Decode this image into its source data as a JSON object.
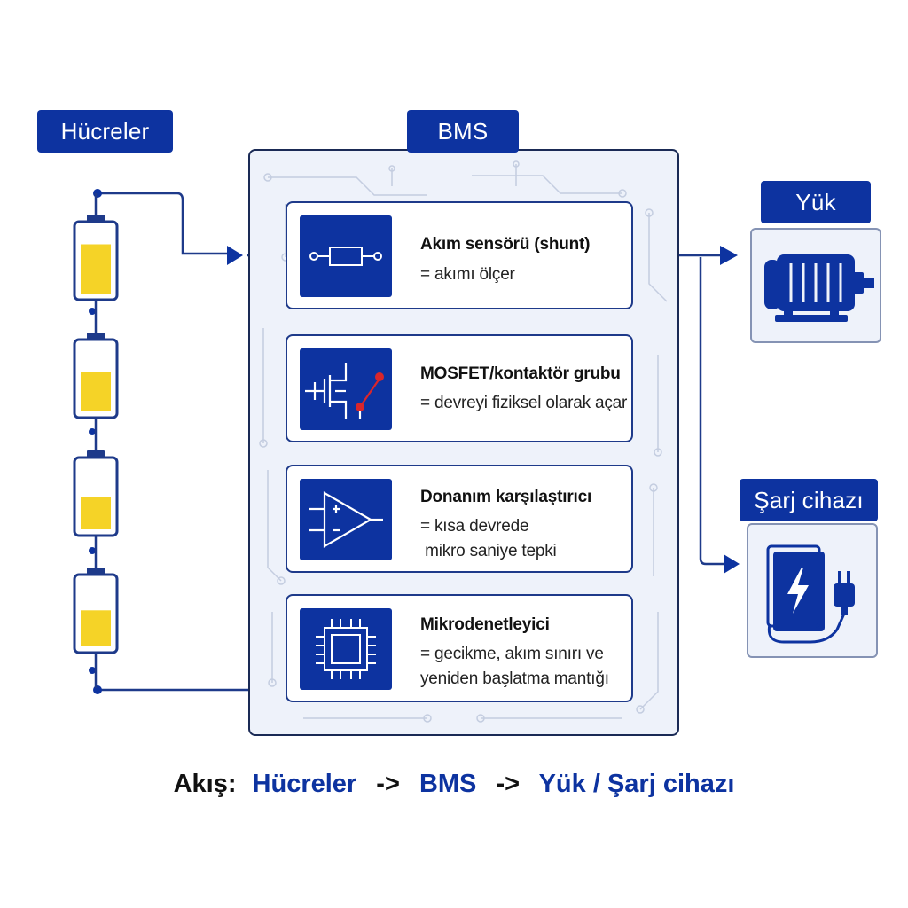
{
  "labels": {
    "cells": "Hücreler",
    "bms": "BMS",
    "load": "Yük",
    "charger": "Şarj cihazı"
  },
  "components": [
    {
      "title": "Akım sensörü (shunt)",
      "desc": "= akımı ölçer",
      "icon": "shunt-resistor-icon"
    },
    {
      "title": "MOSFET/kontaktör grubu",
      "desc": "= devreyi fiziksel olarak açar",
      "icon": "mosfet-switch-icon"
    },
    {
      "title": "Donanım karşılaştırıcı",
      "desc": "= kısa devrede\n mikro saniye tepki",
      "icon": "comparator-icon"
    },
    {
      "title": "Mikrodenetleyici",
      "desc": "= gecikme, akım sınırı ve\nyeniden başlatma mantığı",
      "icon": "microcontroller-icon"
    }
  ],
  "battery_levels": [
    0.75,
    0.6,
    0.5,
    0.55
  ],
  "flow": {
    "prefix": "Akış:",
    "step1": "Hücreler",
    "arrow1": "->",
    "step2": "BMS",
    "arrow2": "->",
    "step3": "Yük / Şarj cihazı"
  },
  "colors": {
    "primary": "#0d33a0",
    "battery_fill": "#f5d327",
    "switch_accent": "#d9262b"
  },
  "icons": {
    "load": "electric-motor-icon",
    "charger": "charger-bolt-plug-icon"
  }
}
